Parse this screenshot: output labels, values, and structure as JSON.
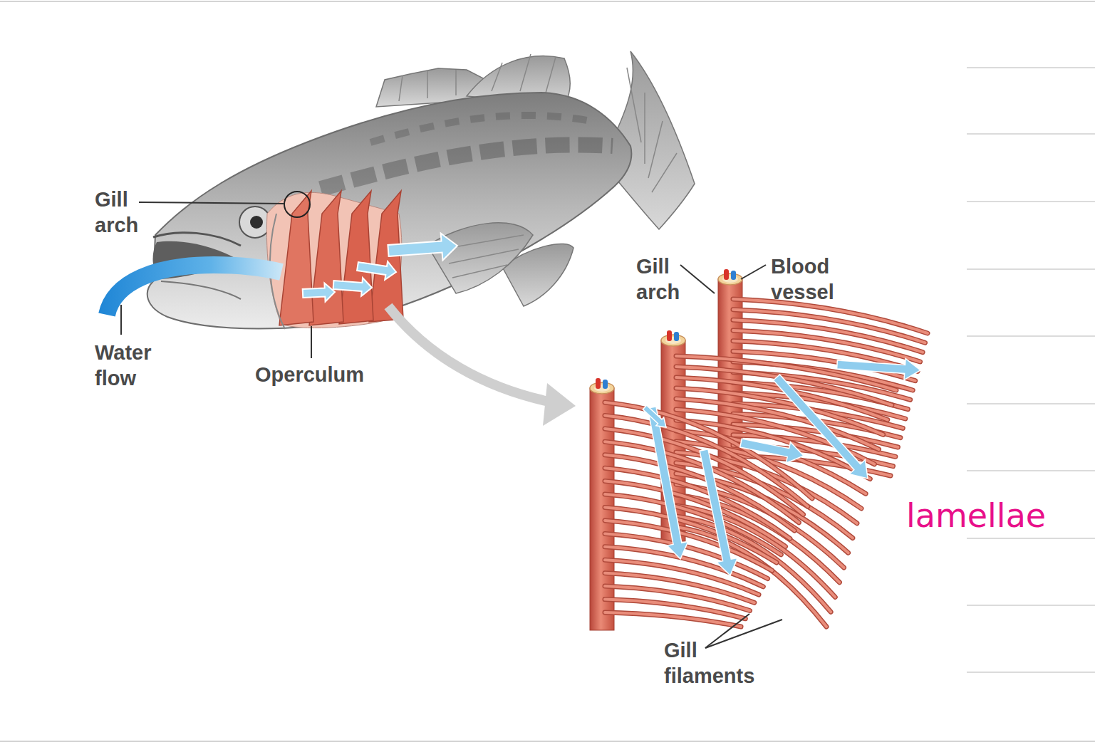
{
  "diagram": {
    "labels": [
      "Gill arch",
      "Water flow",
      "Operculum",
      "Gill arch",
      "Blood vessel",
      "Gill filaments",
      "lamellae"
    ]
  }
}
